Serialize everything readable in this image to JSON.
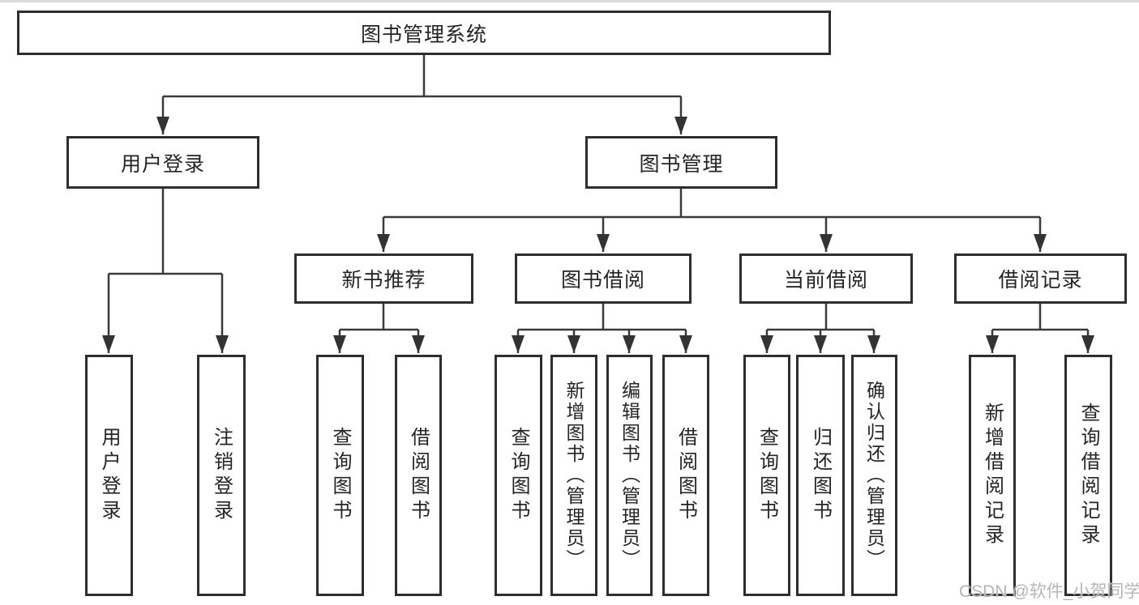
{
  "tree": {
    "root": {
      "label": "图书管理系统"
    },
    "branches": [
      {
        "label": "用户登录",
        "children": [
          {
            "label": "用户登录"
          },
          {
            "label": "注销登录"
          }
        ]
      },
      {
        "label": "图书管理",
        "children": [
          {
            "label": "新书推荐",
            "children": [
              {
                "label": "查询图书"
              },
              {
                "label": "借阅图书"
              }
            ]
          },
          {
            "label": "图书借阅",
            "children": [
              {
                "label": "查询图书"
              },
              {
                "label": "新增图书（管理员）"
              },
              {
                "label": "编辑图书（管理员）"
              },
              {
                "label": "借阅图书"
              }
            ]
          },
          {
            "label": "当前借阅",
            "children": [
              {
                "label": "查询图书"
              },
              {
                "label": "归还图书"
              },
              {
                "label": "确认归还（管理员）"
              }
            ]
          },
          {
            "label": "借阅记录",
            "children": [
              {
                "label": "新增借阅记录"
              },
              {
                "label": "查询借阅记录"
              }
            ]
          }
        ]
      }
    ]
  },
  "watermark": {
    "text": "CSDN @软件_小贺同学"
  },
  "colors": {
    "line": "#3a3a3a",
    "border": "#2e2e2e",
    "text": "#242424",
    "watermark": "#b5b5b5"
  }
}
